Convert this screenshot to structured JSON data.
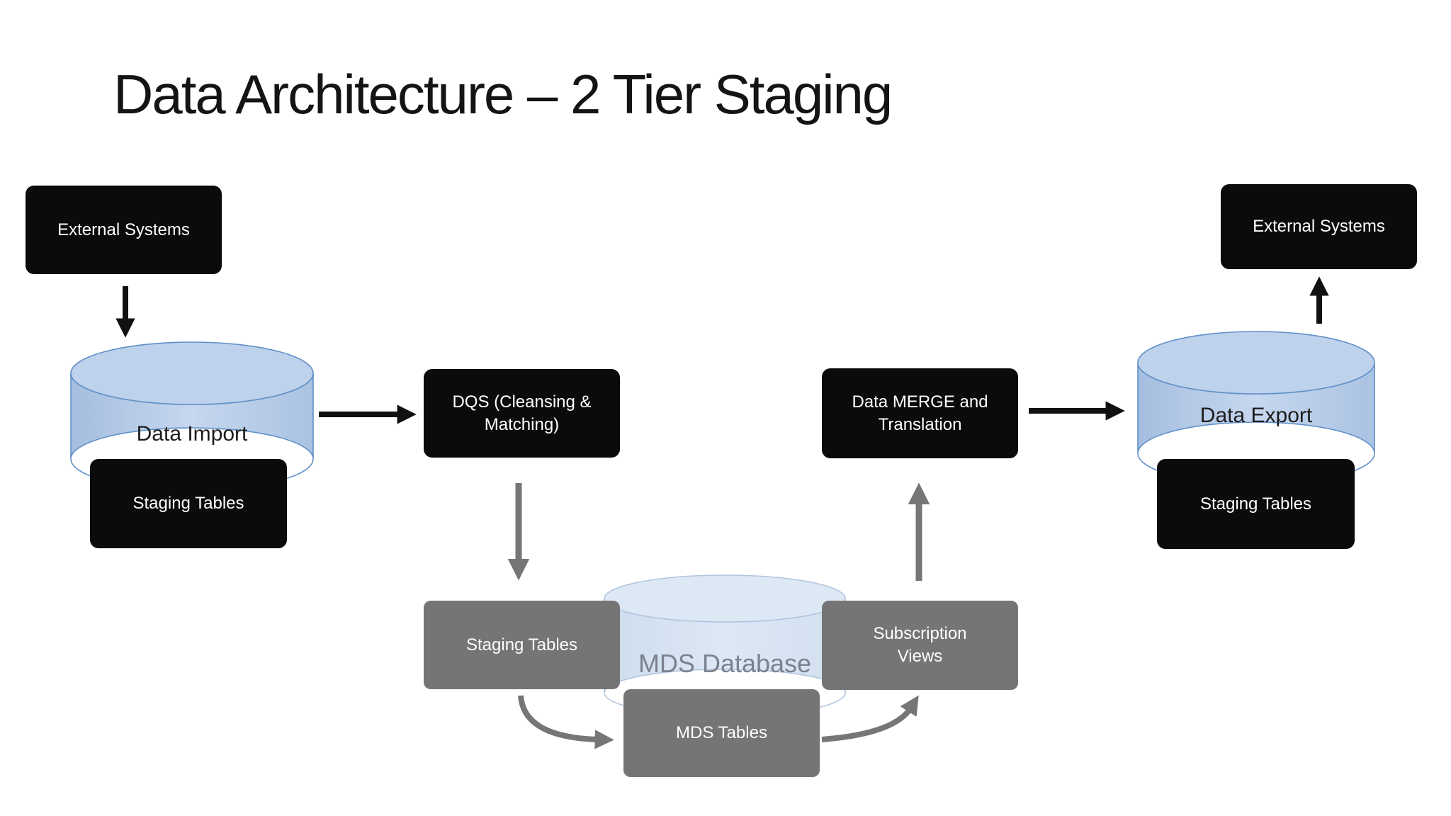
{
  "title": "Data Architecture – 2 Tier Staging",
  "nodes": {
    "external_left": {
      "label": "External Systems"
    },
    "data_import": {
      "label": "Data Import"
    },
    "staging_left": {
      "label": "Staging Tables"
    },
    "dqs": {
      "label": "DQS (Cleansing &\nMatching)"
    },
    "staging_center": {
      "label": "Staging Tables"
    },
    "mds_database": {
      "label": "MDS Database"
    },
    "mds_tables": {
      "label": "MDS Tables"
    },
    "subscription_views": {
      "label": "Subscription\nViews"
    },
    "data_merge": {
      "label": "Data MERGE and\nTranslation"
    },
    "data_export": {
      "label": "Data Export"
    },
    "staging_right": {
      "label": "Staging Tables"
    },
    "external_right": {
      "label": "External Systems"
    }
  },
  "edges": [
    {
      "from": "external_left",
      "to": "data_import",
      "style": "black-straight"
    },
    {
      "from": "data_import",
      "to": "dqs",
      "style": "black-straight"
    },
    {
      "from": "dqs",
      "to": "staging_center",
      "style": "gray-straight"
    },
    {
      "from": "staging_center",
      "to": "mds_tables",
      "style": "gray-curved"
    },
    {
      "from": "mds_tables",
      "to": "subscription_views",
      "style": "gray-curved"
    },
    {
      "from": "subscription_views",
      "to": "data_merge",
      "style": "gray-straight"
    },
    {
      "from": "data_merge",
      "to": "data_export",
      "style": "black-straight"
    },
    {
      "from": "data_export",
      "to": "external_right",
      "style": "black-straight"
    }
  ],
  "colors": {
    "black_box": "#0b0b0b",
    "gray_box": "#757575",
    "cylinder_body": "#b9cde8",
    "cylinder_top": "#bfd2ec",
    "cylinder_border": "#6090c8",
    "mds_cylinder_body": "#d9e4f3",
    "mds_cylinder_border": "#afc4de",
    "mds_text": "#7b828e",
    "arrow_black": "#111111",
    "arrow_gray": "#767676",
    "title_text": "#141414",
    "background": "#ffffff"
  }
}
